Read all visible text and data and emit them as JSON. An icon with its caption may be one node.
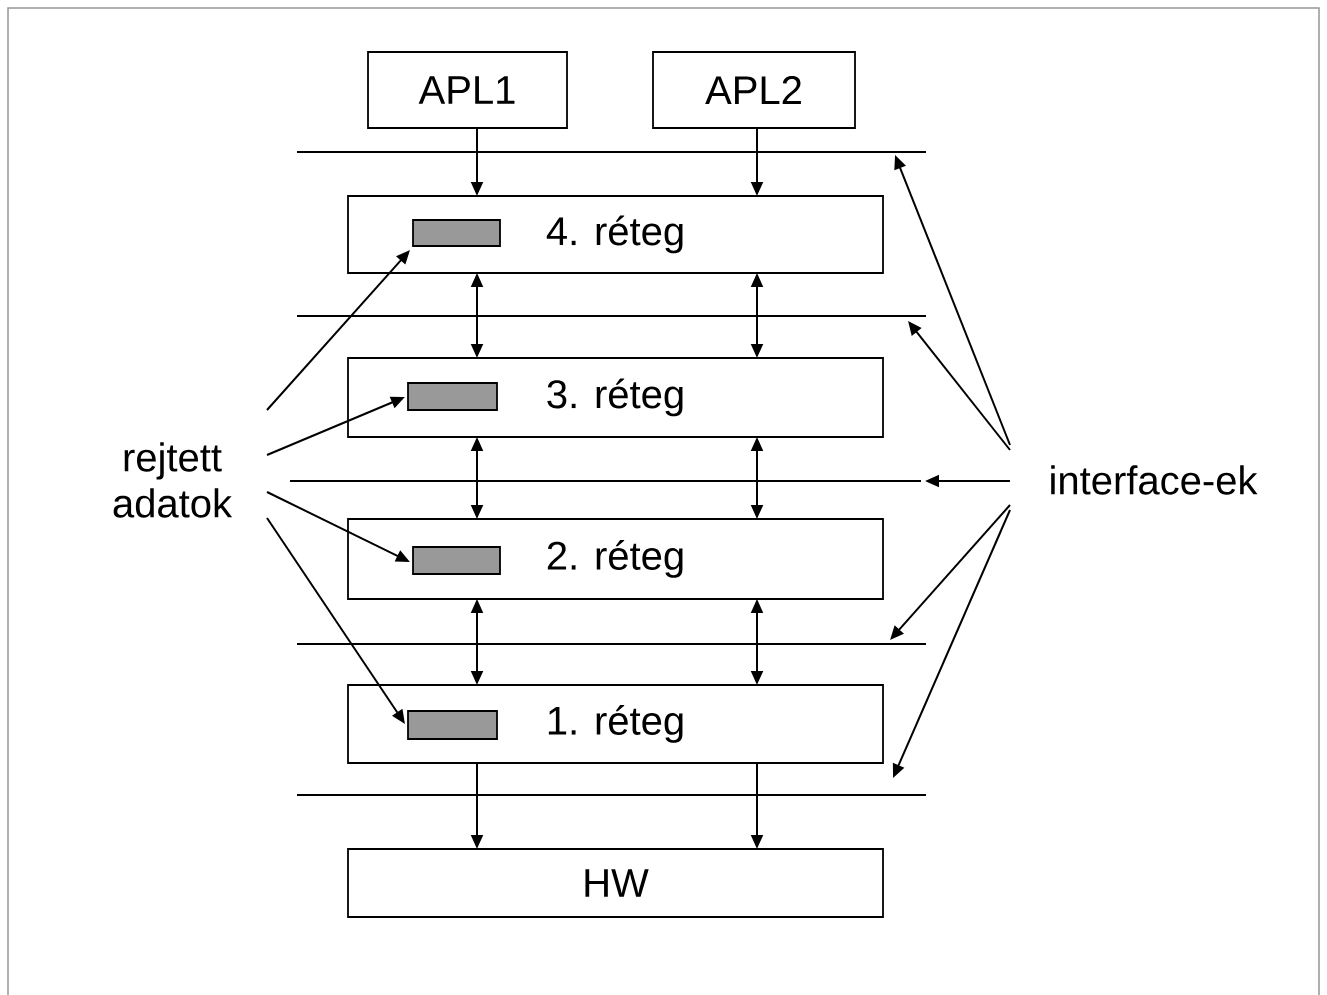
{
  "diagram": {
    "nodes": [
      {
        "text": [
          "APL1"
        ]
      },
      {
        "text": [
          "APL2"
        ]
      },
      {
        "text": [
          "4. réteg"
        ]
      },
      {
        "text": [
          "3. réteg"
        ]
      },
      {
        "text": [
          "2. réteg"
        ]
      },
      {
        "text": [
          "1. réteg"
        ]
      },
      {
        "text": [
          "HW"
        ]
      },
      {
        "text": [
          "rejtett adatok"
        ]
      },
      {
        "text": [
          "interface-ek"
        ]
      },
      {
        "text": [],
        "shape": "bar",
        "in": 2
      },
      {
        "text": [],
        "shape": "bar",
        "in": 3
      },
      {
        "text": [],
        "shape": "bar",
        "in": 4
      },
      {
        "text": [],
        "shape": "bar",
        "in": 5
      },
      {
        "text": [],
        "shape": "line"
      },
      {
        "text": [],
        "shape": "line"
      },
      {
        "text": [],
        "shape": "line"
      },
      {
        "text": [],
        "shape": "line"
      },
      {
        "text": [],
        "shape": "line"
      }
    ],
    "edges": [
      {
        "from": 0,
        "to": 2,
        "arrow": "to"
      },
      {
        "from": 1,
        "to": 2,
        "arrow": "to"
      },
      {
        "from": 2,
        "to": 3,
        "arrow": "both"
      },
      {
        "from": 2,
        "to": 3,
        "arrow": "both"
      },
      {
        "from": 3,
        "to": 4,
        "arrow": "both"
      },
      {
        "from": 3,
        "to": 4,
        "arrow": "both"
      },
      {
        "from": 4,
        "to": 5,
        "arrow": "both"
      },
      {
        "from": 4,
        "to": 5,
        "arrow": "both"
      },
      {
        "from": 5,
        "to": 6,
        "arrow": "to"
      },
      {
        "from": 5,
        "to": 6,
        "arrow": "to"
      },
      {
        "from": 7,
        "to": 9,
        "arrow": "to"
      },
      {
        "from": 7,
        "to": 10,
        "arrow": "to"
      },
      {
        "from": 7,
        "to": 11,
        "arrow": "to"
      },
      {
        "from": 7,
        "to": 12,
        "arrow": "to"
      },
      {
        "from": 8,
        "to": 13,
        "arrow": "to"
      },
      {
        "from": 8,
        "to": 14,
        "arrow": "to"
      },
      {
        "from": 8,
        "to": 15,
        "arrow": "to"
      },
      {
        "from": 8,
        "to": 16,
        "arrow": "to"
      },
      {
        "from": 8,
        "to": 17,
        "arrow": "to"
      }
    ]
  }
}
